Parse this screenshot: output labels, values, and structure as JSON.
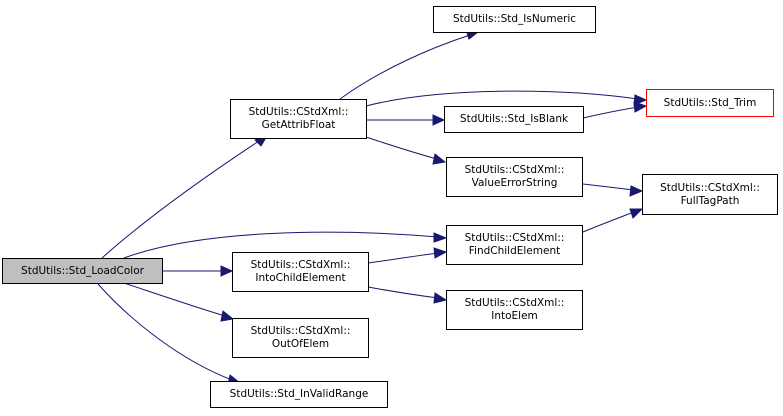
{
  "colors": {
    "edge": "#191970",
    "root_fill": "#bfbfbf",
    "node_border": "#000000",
    "external_border": "#ff0000"
  },
  "nodes": {
    "std_loadcolor": {
      "label": "StdUtils::Std_LoadColor"
    },
    "getattribfloat": {
      "line1": "StdUtils::CStdXml::",
      "line2": "GetAttribFloat"
    },
    "intochildelement": {
      "line1": "StdUtils::CStdXml::",
      "line2": "IntoChildElement"
    },
    "outofelem": {
      "line1": "StdUtils::CStdXml::",
      "line2": "OutOfElem"
    },
    "std_invalidrange": {
      "label": "StdUtils::Std_InValidRange"
    },
    "std_isnumeric": {
      "label": "StdUtils::Std_IsNumeric"
    },
    "std_isblank": {
      "label": "StdUtils::Std_IsBlank"
    },
    "valueerrorstring": {
      "line1": "StdUtils::CStdXml::",
      "line2": "ValueErrorString"
    },
    "findchildelement": {
      "line1": "StdUtils::CStdXml::",
      "line2": "FindChildElement"
    },
    "intoelem": {
      "line1": "StdUtils::CStdXml::",
      "line2": "IntoElem"
    },
    "std_trim": {
      "label": "StdUtils::Std_Trim"
    },
    "fulltagpath": {
      "line1": "StdUtils::CStdXml::",
      "line2": "FullTagPath"
    }
  }
}
